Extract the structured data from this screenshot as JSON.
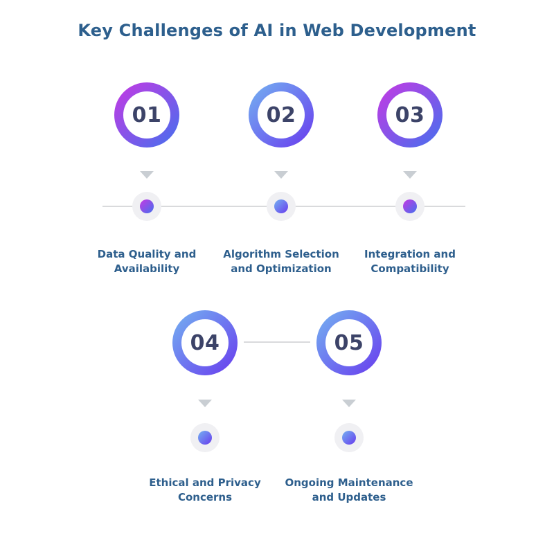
{
  "title": "Key Challenges of AI in Web Development",
  "steps": [
    {
      "number": "01",
      "label": "Data Quality and\nAvailability"
    },
    {
      "number": "02",
      "label": "Algorithm Selection\nand Optimization"
    },
    {
      "number": "03",
      "label": "Integration and\nCompatibility"
    },
    {
      "number": "04",
      "label": "Ethical and Privacy\nConcerns"
    },
    {
      "number": "05",
      "label": "Ongoing Maintenance\nand Updates"
    }
  ],
  "colors": {
    "title-blue": "#2d5f8d",
    "label-blue": "#2e5f8d",
    "number-navy": "#3c4368",
    "arrow-gray": "#c9ced3",
    "line-gray": "#d9dadc",
    "dot-bg": "#f0f0f3",
    "grad-a1": "#c639e3",
    "grad-a2": "#4470ee",
    "grad-b1": "#74b2f1",
    "grad-b2": "#683bee"
  }
}
